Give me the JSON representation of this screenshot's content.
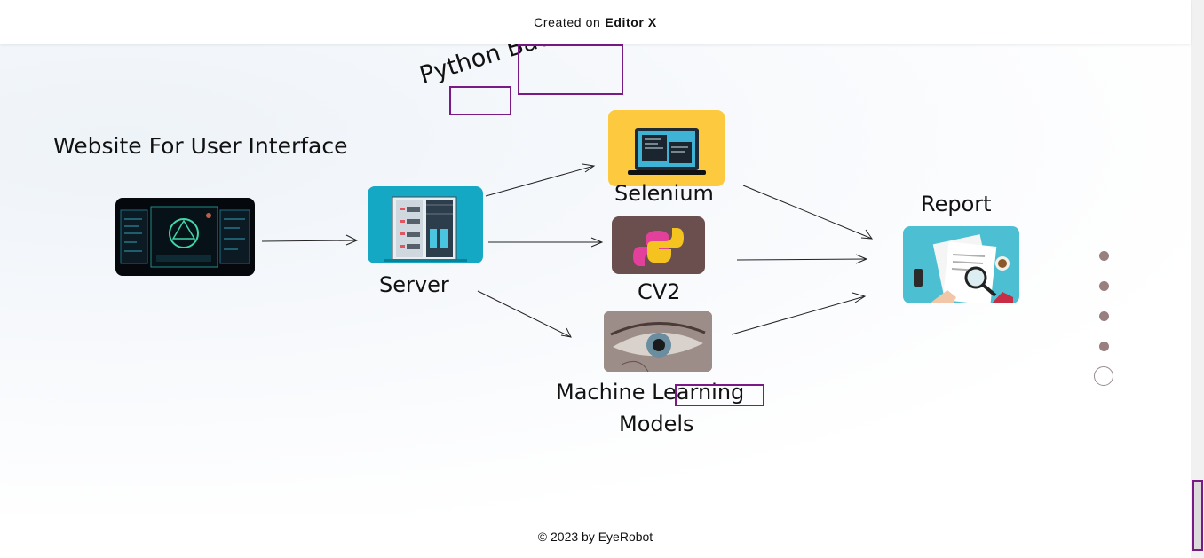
{
  "header": {
    "created_prefix": "Created on",
    "brand": "Editor X"
  },
  "diagram": {
    "title": "Website For User Interface",
    "backend_word1": "Python",
    "backend_word2": "Backend",
    "server_label": "Server",
    "selenium_label": "Selenium",
    "cv2_label": "CV2",
    "ml_label_line1": "Machine Learning",
    "ml_label_line2": "Models",
    "report_label": "Report"
  },
  "icons": {
    "ui": "website-ui-screenshot-icon",
    "server": "server-rack-icon",
    "selenium": "laptop-code-icon",
    "cv2": "python-logo-icon",
    "ml": "eye-icon",
    "report": "report-magnifier-icon"
  },
  "colors": {
    "accent_highlight": "#7a1a86",
    "server_bg": "#14a8c4",
    "selenium_bg": "#fcc93f",
    "cv2_bg": "#6b4f4f",
    "report_bg": "#4cc0d2",
    "dot": "#9a7f7f"
  },
  "nav_dots": {
    "count": 5,
    "active_index": 4
  },
  "footer": {
    "copyright": "© 2023 by EyeRobot"
  }
}
